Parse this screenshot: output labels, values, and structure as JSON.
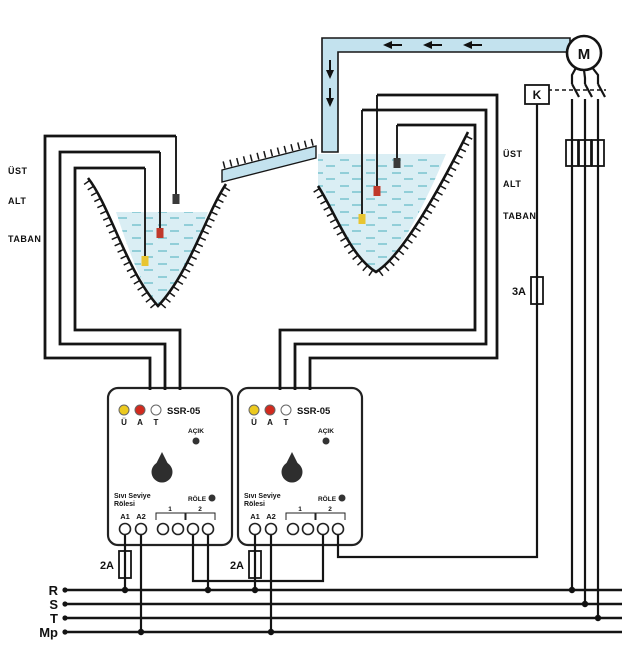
{
  "diagram_labels": {
    "left": {
      "ust": "ÜST",
      "alt": "ALT",
      "taban": "TABAN"
    },
    "right": {
      "ust": "ÜST",
      "alt": "ALT",
      "taban": "TABAN"
    }
  },
  "motor_label": "M",
  "contactor_label": "K",
  "fuses": {
    "control": "3A",
    "pump1_coil": "2A",
    "pump2_coil": "2A"
  },
  "bus_labels": {
    "r": "R",
    "s": "S",
    "t": "T",
    "mp": "Mp"
  },
  "relay": {
    "model": "SSR-05",
    "led_labels": {
      "u": "Ü",
      "a": "A",
      "t": "T"
    },
    "power_led_label": "AÇIK",
    "device_name_line1": "Sıvı Seviye",
    "device_name_line2": "Rölesi",
    "relay_led_label": "RÖLE",
    "terminal_a1": "A1",
    "terminal_a2": "A2",
    "contact_group_1": "1",
    "contact_group_2": "2"
  },
  "colors": {
    "wire": "#141414",
    "water": "#daeef4",
    "water_dash": "#7fc6d1",
    "pipe": "#c3e2ee",
    "led_yellow": "#ecc91e",
    "led_red": "#d22a1e",
    "probe_yellow": "#e8c531",
    "probe_red": "#c0392b",
    "probe_dark": "#3a3a3a"
  }
}
